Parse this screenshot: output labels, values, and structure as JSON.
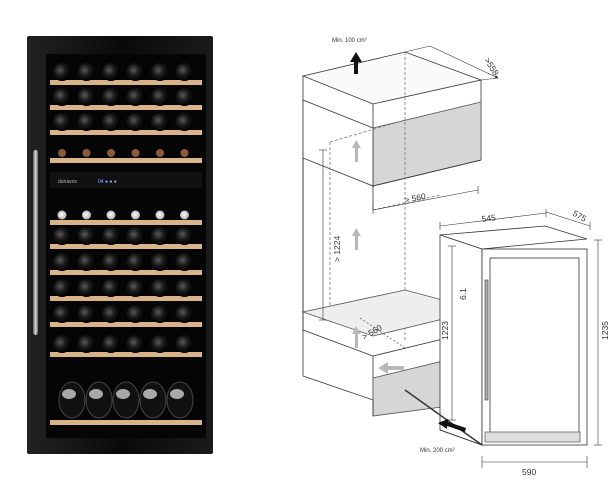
{
  "product_photo": {
    "brand_text": "dunavox",
    "display_readout": "04 ● ● ●"
  },
  "diagram": {
    "airflow_top": "Min. 100 cm²",
    "airflow_bottom": "Min. 200 cm²",
    "dims": {
      "depth_cabinet": ">558",
      "niche_width": "> 560",
      "niche_height": "> 1224",
      "niche_bottom": "> 560",
      "appliance_width_top": "545",
      "appliance_depth": "575",
      "appliance_height_inner": "1223",
      "door_gap": "6.1",
      "appliance_height": "1235",
      "appliance_width": "590"
    }
  },
  "colors": {
    "glass_frame": "#0d0d0d",
    "shelf_wood": "#d9b48a",
    "bottle_dark": "#1a1a1a",
    "vent_grey": "#d6d6d6",
    "line": "#333333",
    "dashed": "#777777"
  }
}
